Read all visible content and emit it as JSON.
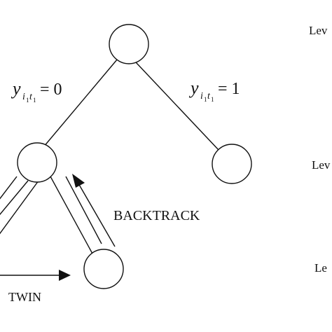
{
  "edge_labels": {
    "left": {
      "var": "y",
      "sub1": "i",
      "sub1_sub": "1",
      "sub2": "t",
      "sub2_sub": "1",
      "rel": "= 0"
    },
    "right": {
      "var": "y",
      "sub1": "i",
      "sub1_sub": "1",
      "sub2": "t",
      "sub2_sub": "1",
      "rel": "= 1"
    }
  },
  "level_labels": [
    "Lev",
    "Lev",
    "Le"
  ],
  "arrow_labels": {
    "backtrack": "BACKTRACK",
    "twin": "TWIN"
  },
  "colors": {
    "stroke": "#111111",
    "background": "#ffffff"
  }
}
